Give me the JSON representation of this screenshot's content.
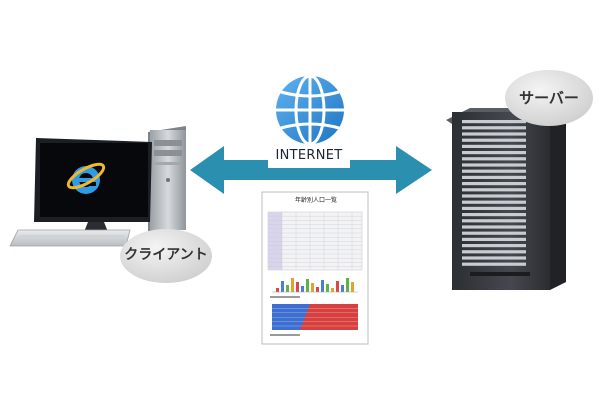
{
  "labels": {
    "internet": "INTERNET",
    "client": "クライアント",
    "server": "サーバー"
  },
  "document": {
    "title": "年齢別人口一覧"
  },
  "colors": {
    "arrow": "#2b8fb0",
    "globe": "#2f8fd6",
    "monitor_screen": "#0a0d12",
    "server_body": "#3a3d42",
    "tower": "#b4b8bc",
    "bubble": "#dcdcdc"
  },
  "icons": {
    "browser_logo": "internet-explorer-icon",
    "globe": "globe-icon"
  }
}
